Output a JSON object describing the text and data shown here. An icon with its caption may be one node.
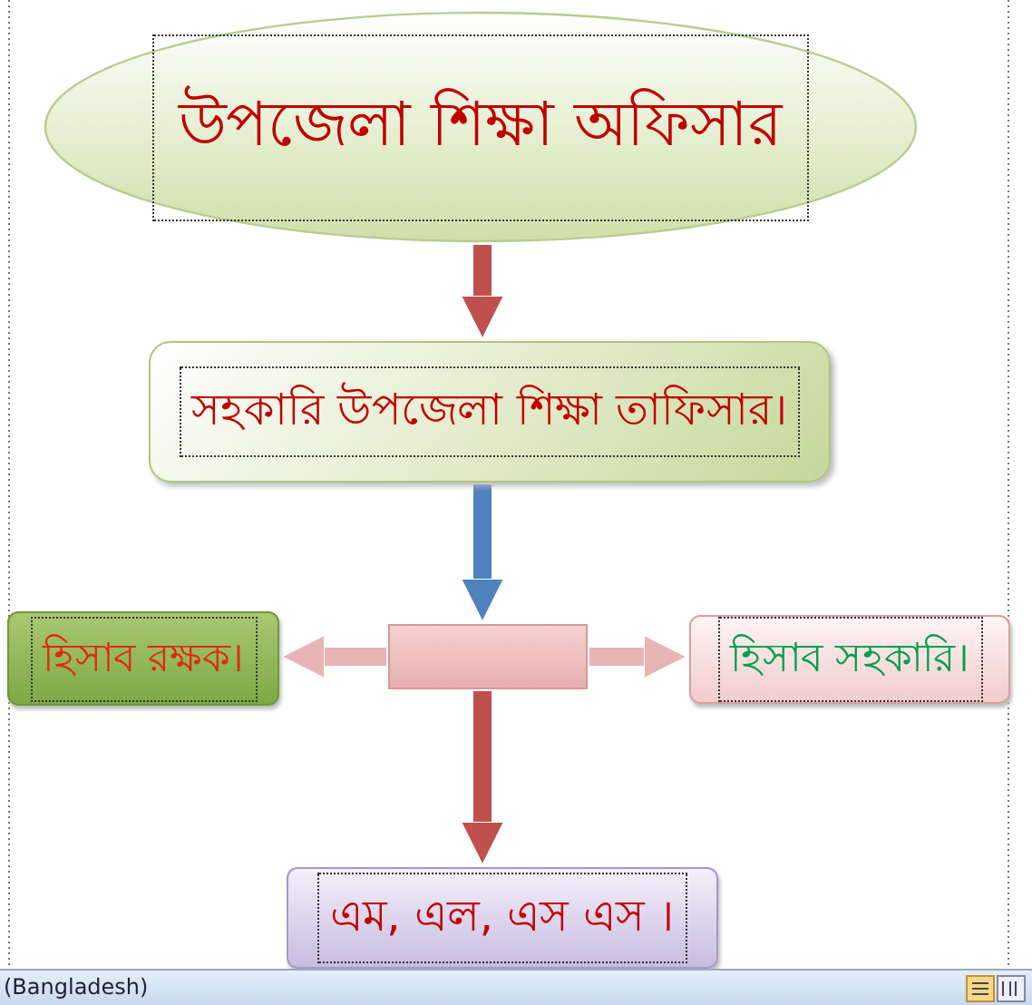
{
  "diagram": {
    "nodes": [
      {
        "text": [
          "উপজেলা শিক্ষা অফিসার"
        ]
      },
      {
        "text": [
          "সহকারি উপজেলা শিক্ষা তাফিসার।"
        ]
      },
      {
        "text": [],
        "shape": "box"
      },
      {
        "text": [
          "হিসাব রক্ষক।"
        ]
      },
      {
        "text": [
          "হিসাব সহকারি।"
        ]
      },
      {
        "text": [
          "এম, এল, এস  এস ।"
        ]
      }
    ],
    "edges": [
      {
        "from": 0,
        "to": 1,
        "arrow": "to"
      },
      {
        "from": 1,
        "to": 2,
        "arrow": "to",
        "color": "#4f81bd"
      },
      {
        "from": 2,
        "to": 3,
        "arrow": "to",
        "color": "#e8b4b4"
      },
      {
        "from": 2,
        "to": 4,
        "arrow": "to",
        "color": "#e8b4b4"
      },
      {
        "from": 2,
        "to": 5,
        "arrow": "to"
      }
    ],
    "labels": [
      "(Bangladesh)"
    ]
  }
}
